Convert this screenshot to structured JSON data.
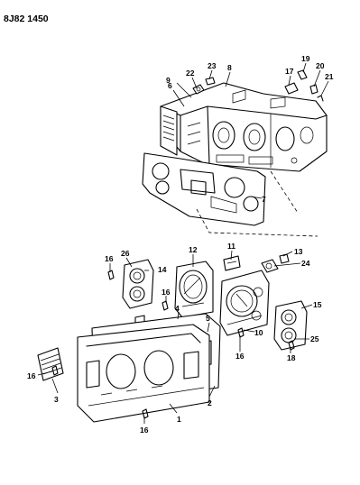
{
  "diagram_code": "8J82 1450",
  "callouts": [
    "1",
    "2",
    "3",
    "4",
    "5",
    "6",
    "7",
    "8",
    "9",
    "10",
    "11",
    "12",
    "13",
    "14",
    "15",
    "16",
    "17",
    "18",
    "19",
    "20",
    "21",
    "22",
    "23",
    "24",
    "25",
    "26"
  ],
  "callout_16": "16"
}
